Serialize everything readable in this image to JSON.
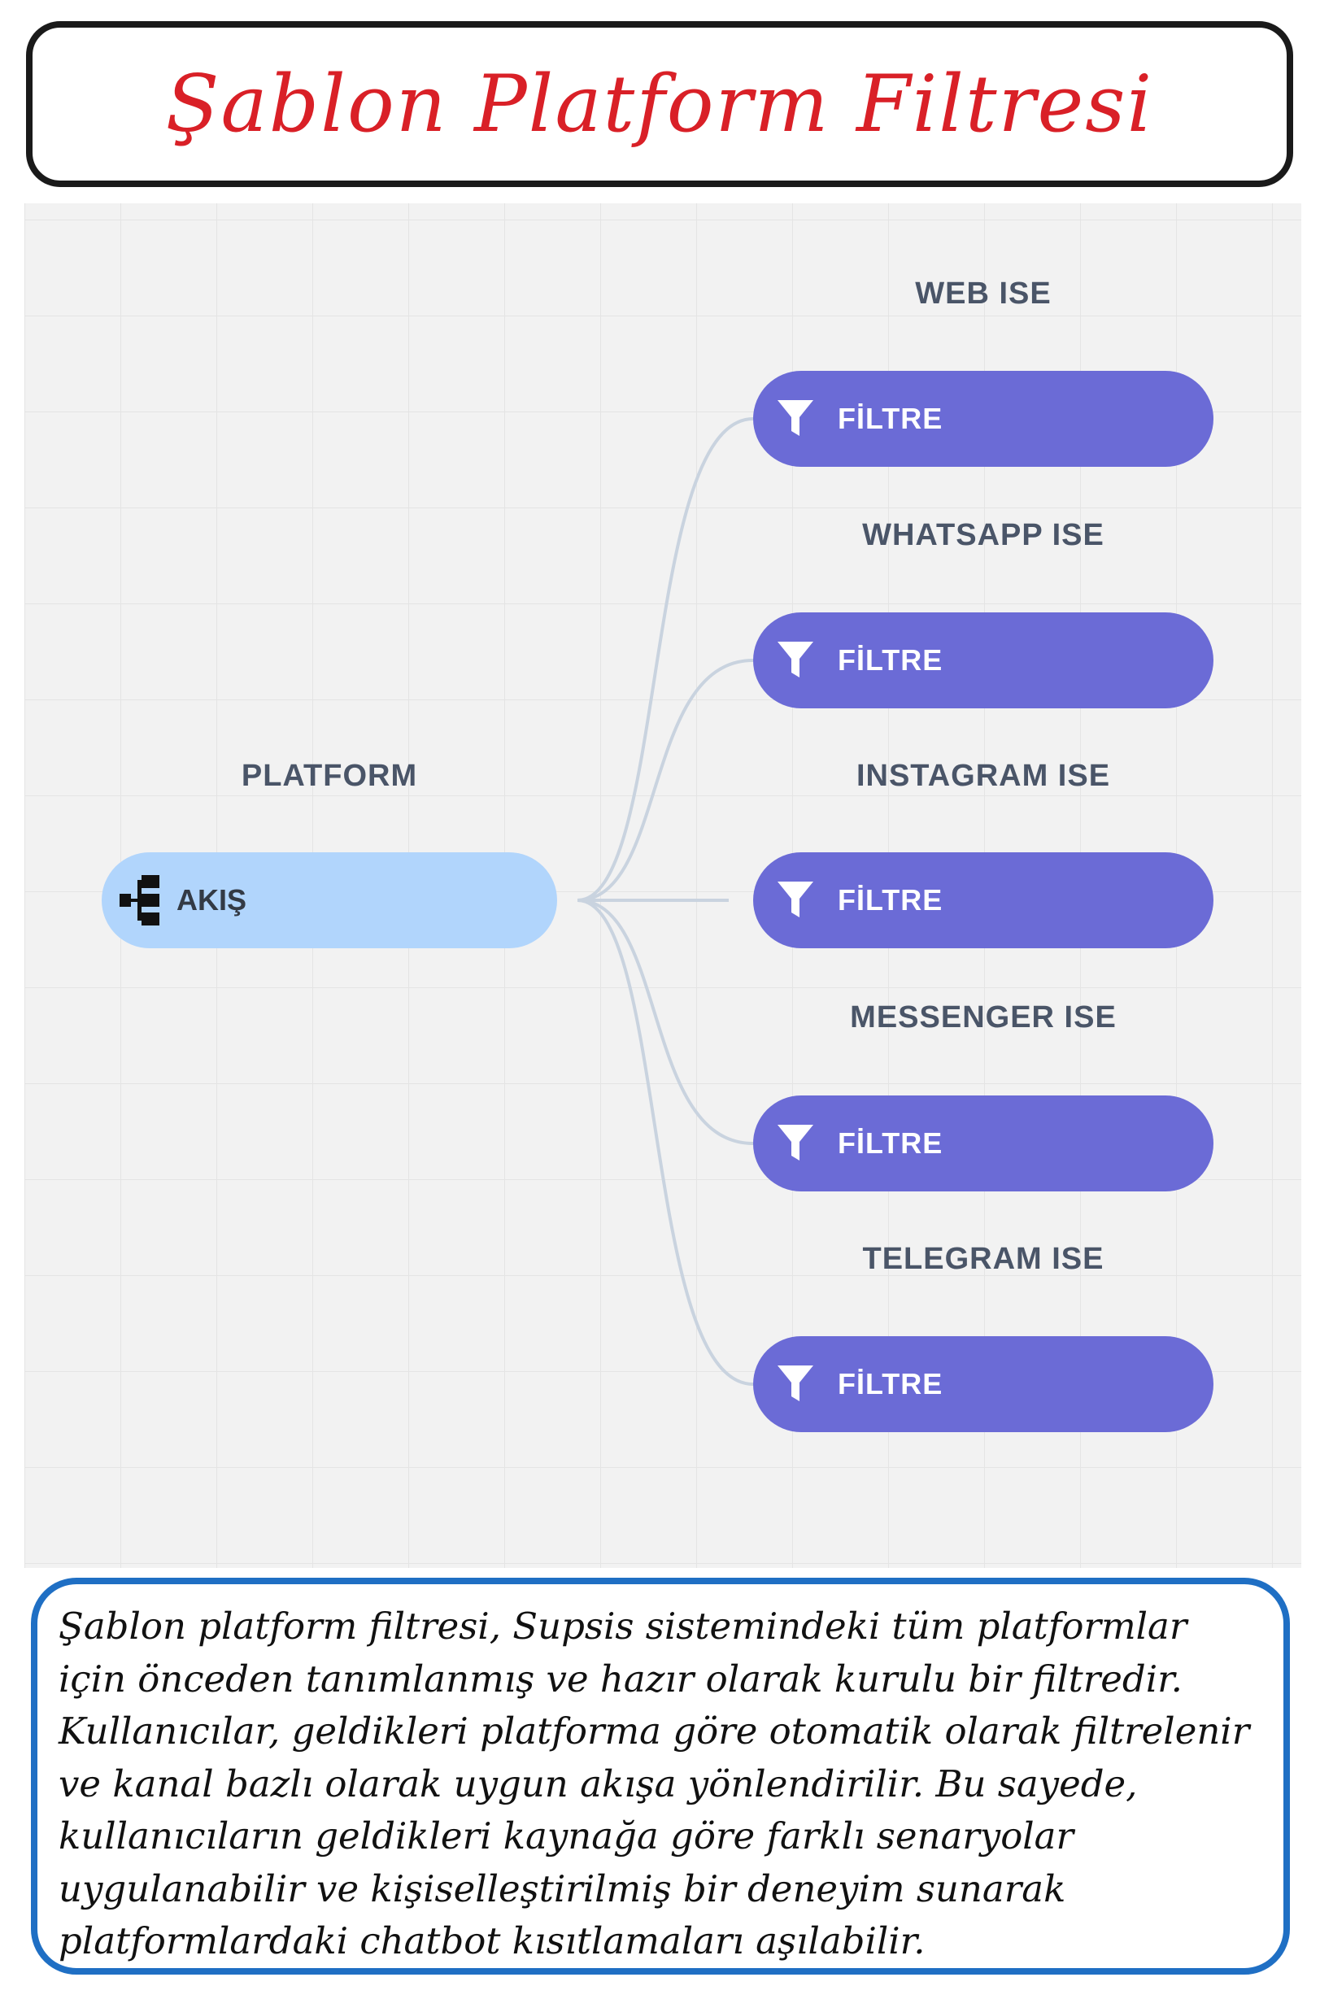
{
  "title": "Şablon Platform Filtresi",
  "diagram": {
    "root": {
      "label": "PLATFORM",
      "pill_text": "AKIŞ",
      "icon": "flow-hierarchy-icon"
    },
    "branches": [
      {
        "label": "WEB ISE",
        "pill_text": "FİLTRE",
        "icon": "filter-icon"
      },
      {
        "label": "WHATSAPP ISE",
        "pill_text": "FİLTRE",
        "icon": "filter-icon"
      },
      {
        "label": "INSTAGRAM ISE",
        "pill_text": "FİLTRE",
        "icon": "filter-icon"
      },
      {
        "label": "MESSENGER ISE",
        "pill_text": "FİLTRE",
        "icon": "filter-icon"
      },
      {
        "label": "TELEGRAM ISE",
        "pill_text": "FİLTRE",
        "icon": "filter-icon"
      }
    ]
  },
  "description": "Şablon platform filtresi, Supsis sistemindeki tüm platformlar için önceden tanımlanmış ve hazır olarak kurulu bir filtredir. Kullanıcılar, geldikleri platforma göre otomatik olarak filtrelenir ve kanal bazlı olarak uygun akışa yönlendirilir. Bu sayede, kullanıcıların geldikleri kaynağa göre farklı senaryolar uygulanabilir ve kişiselleştirilmiş bir deneyim sunarak platformlardaki chatbot kısıtlamaları aşılabilir.",
  "colors": {
    "title": "#d92027",
    "root_pill": "#b1d5fc",
    "filter_pill": "#6b6bd6",
    "edge": "#c9d3df",
    "description_border": "#1f6fc4"
  }
}
